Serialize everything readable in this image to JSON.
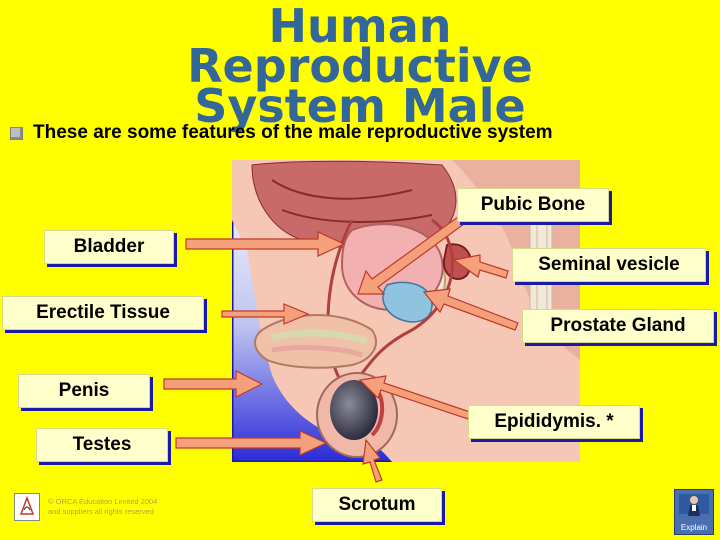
{
  "title": {
    "line1": "Human",
    "line2": "Reproductive",
    "line3": "System Male"
  },
  "intro": "These are some features of the male reproductive system",
  "labels": {
    "pubic_bone": "Pubic Bone",
    "bladder": "Bladder",
    "seminal_vesicle": "Seminal vesicle",
    "erectile_tissue": "Erectile Tissue",
    "prostate_gland": "Prostate Gland",
    "penis": "Penis",
    "epididymis": "Epididymis. *",
    "testes": "Testes",
    "scrotum": "Scrotum"
  },
  "footer": {
    "copyright_line1": "© ORCA Education Limited 2004",
    "copyright_line2": "and suppliers all rights reserved",
    "explain": "Explain"
  },
  "colors": {
    "background": "#ffff00",
    "title": "#336699",
    "label_fill": "#ffffcc",
    "label_shadow": "#1a1aa8",
    "arrow": "#f4a07a"
  }
}
